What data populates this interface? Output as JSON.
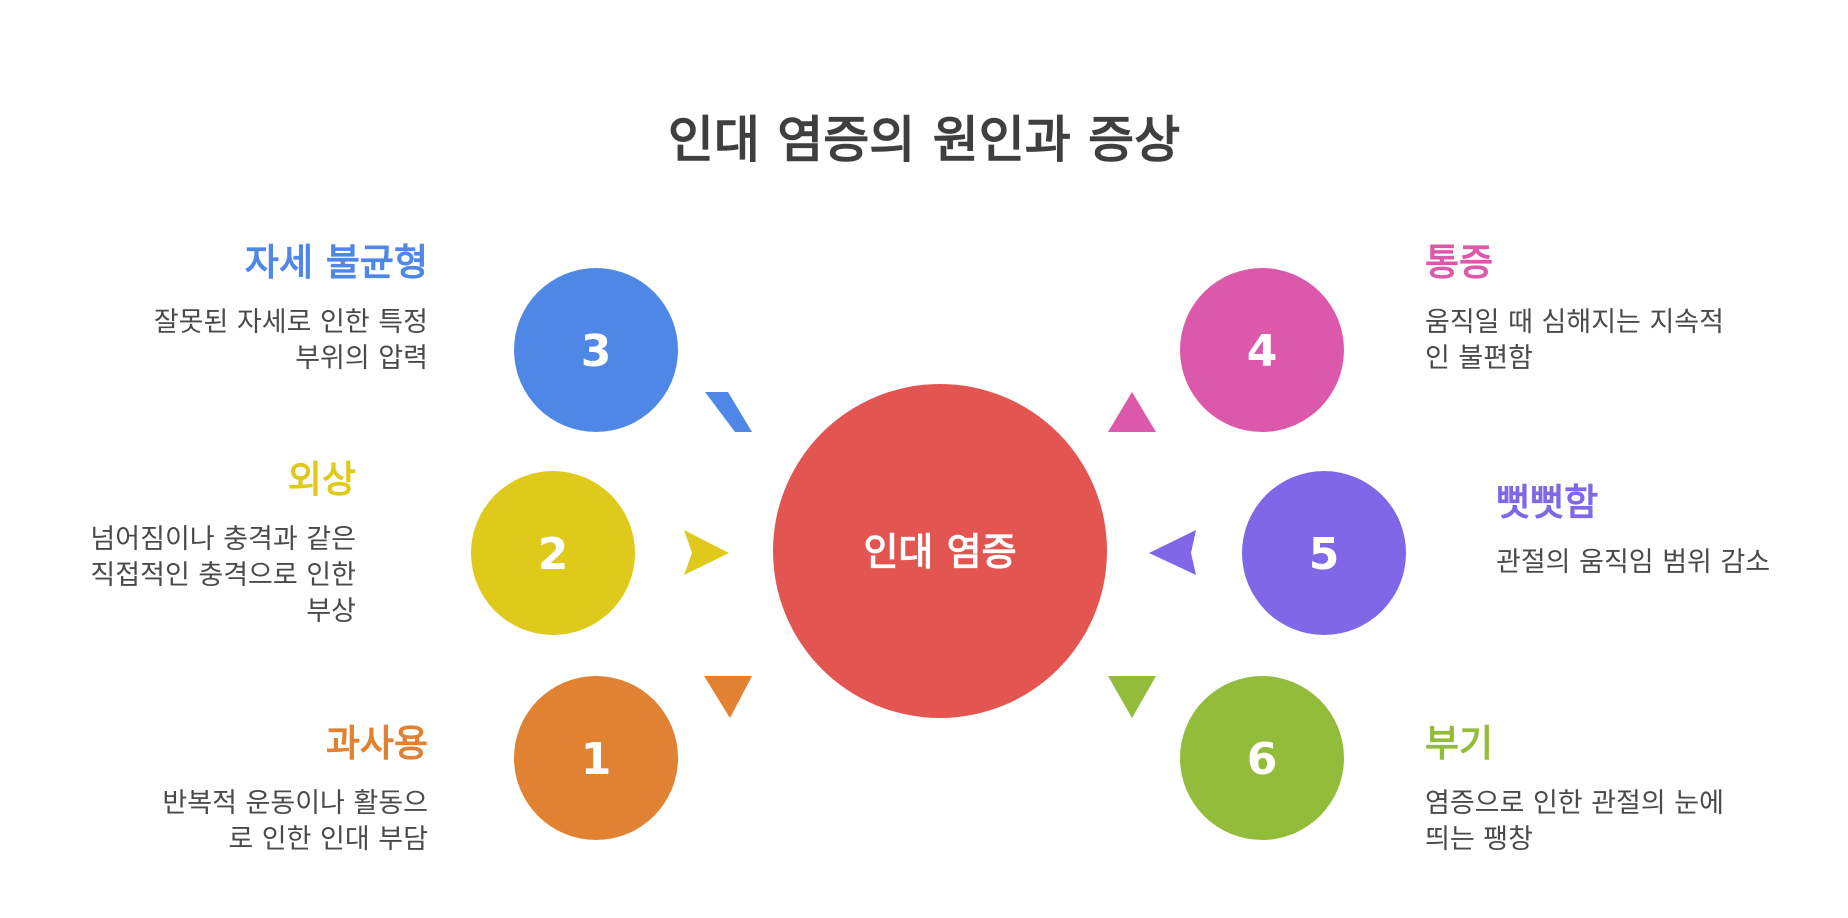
{
  "title": "인대 염증의 원인과 증상",
  "center": {
    "label": "인대 염증",
    "color": "#e25551"
  },
  "causes": [
    {
      "number": "3",
      "heading": "자세 불균형",
      "description": "잘못된 자세로 인한 특정 부위의 압력",
      "color": "#4f87e6"
    },
    {
      "number": "2",
      "heading": "외상",
      "description": "넘어짐이나 충격과 같은 직접적인 충격으로 인한 부상",
      "color": "#dfc91b"
    },
    {
      "number": "1",
      "heading": "과사용",
      "description": "반복적 운동이나 활동으로 인한 인대 부담",
      "color": "#e08232"
    }
  ],
  "symptoms": [
    {
      "number": "4",
      "heading": "통증",
      "description": "움직일 때 심해지는 지속적인 불편함",
      "color": "#dc58aa"
    },
    {
      "number": "5",
      "heading": "뻣뻣함",
      "description": "관절의 움직임 범위 감소",
      "color": "#7f67e8"
    },
    {
      "number": "6",
      "heading": "부기",
      "description": "염증으로 인한 관절의 눈에 띄는 팽창",
      "color": "#93bc3a"
    }
  ]
}
